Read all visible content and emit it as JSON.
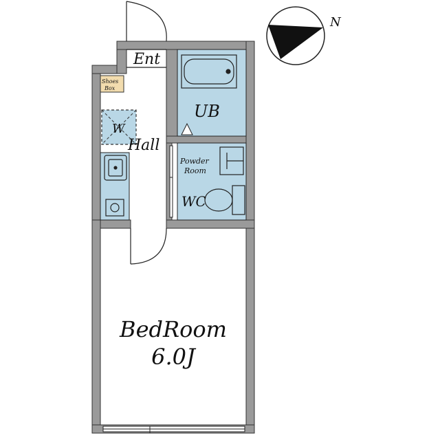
{
  "rooms": {
    "entrance": "Ent",
    "shoes_box": [
      "Shoes",
      "Box"
    ],
    "washer": "W",
    "hall": "Hall",
    "unit_bath": "UB",
    "powder_room": [
      "Powder",
      "Room"
    ],
    "toilet": "WC",
    "bedroom": "BedRoom",
    "bedroom_size": "6.0J"
  },
  "compass": {
    "north_label": "N"
  },
  "colors": {
    "wall": "#9a9a9a",
    "wet_area": "#b9d7e6",
    "shoes_box": "#f2dcae",
    "line": "#222222"
  }
}
